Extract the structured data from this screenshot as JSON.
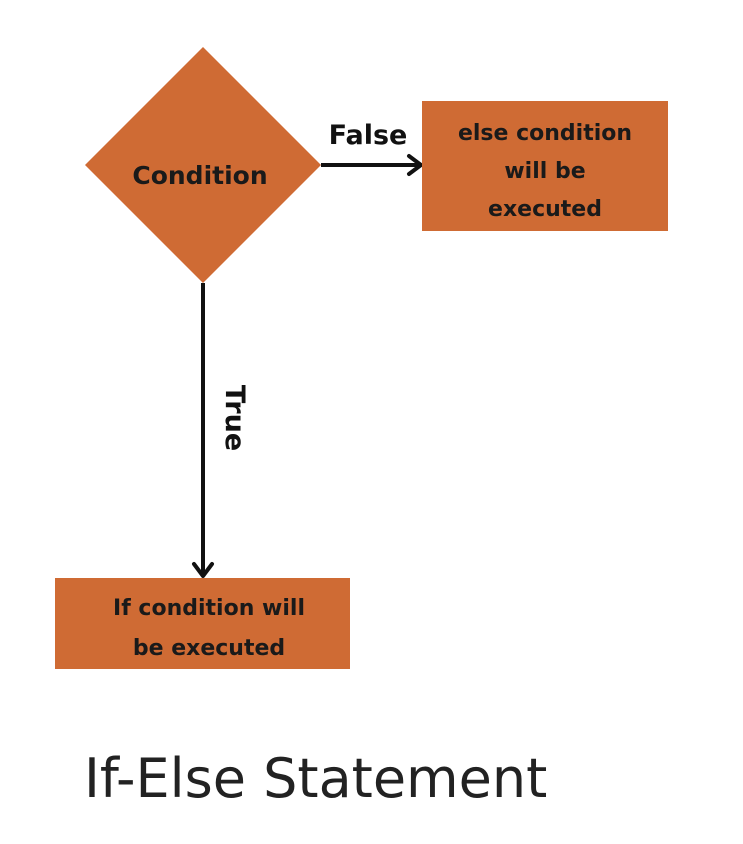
{
  "diagram": {
    "colors": {
      "node_fill": "#cf6b34",
      "edge": "#111111",
      "text": "#1a1a1a",
      "background": "#ffffff"
    },
    "condition_node": {
      "label": "Condition"
    },
    "else_node": {
      "lines": [
        "else condition",
        "will be",
        "executed"
      ]
    },
    "if_node": {
      "lines": [
        "If condition will",
        "be executed"
      ]
    },
    "edge_false": {
      "label": "False"
    },
    "edge_true": {
      "label": "True"
    },
    "caption": "If-Else Statement"
  }
}
